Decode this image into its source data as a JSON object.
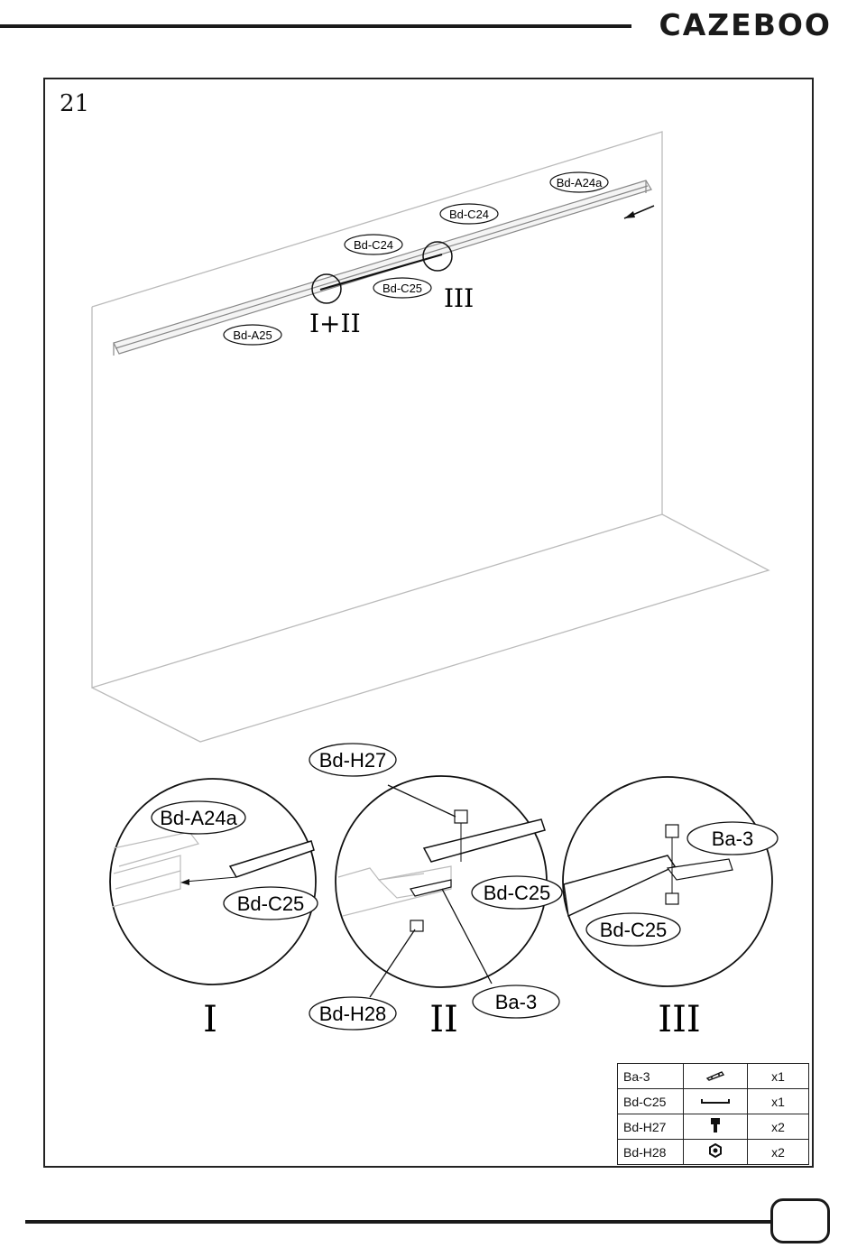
{
  "header": {
    "brand": "CAZEBOO"
  },
  "step": {
    "number": "21"
  },
  "overview": {
    "labels": [
      "Bd-A24a",
      "Bd-C24",
      "Bd-C24",
      "Bd-C25",
      "Bd-A25"
    ],
    "detail_refs": [
      "I+II",
      "III"
    ]
  },
  "details": [
    {
      "roman": "I",
      "labels": [
        "Bd-A24a",
        "Bd-C25"
      ]
    },
    {
      "roman": "II",
      "labels": [
        "Bd-H27",
        "Bd-C25",
        "Bd-H28",
        "Ba-3"
      ]
    },
    {
      "roman": "III",
      "labels": [
        "Ba-3",
        "Bd-C25"
      ]
    }
  ],
  "parts_table": [
    {
      "code": "Ba-3",
      "icon": "plate-icon",
      "qty": "x1"
    },
    {
      "code": "Bd-C25",
      "icon": "connector-icon",
      "qty": "x1"
    },
    {
      "code": "Bd-H27",
      "icon": "bolt-icon",
      "qty": "x2"
    },
    {
      "code": "Bd-H28",
      "icon": "nut-icon",
      "qty": "x2"
    }
  ],
  "footer": {
    "page_number": ""
  }
}
